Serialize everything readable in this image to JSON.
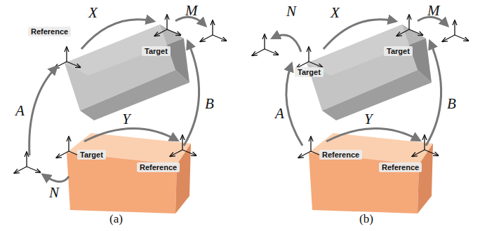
{
  "diagram": {
    "nodes": [
      {
        "text": [
          "Reference"
        ]
      },
      {
        "text": [
          "Target"
        ]
      },
      {
        "text": [
          "Target"
        ]
      },
      {
        "text": [
          "Reference"
        ]
      },
      {
        "text": [
          "Target"
        ]
      },
      {
        "text": [
          "Target"
        ]
      },
      {
        "text": [
          "Reference"
        ]
      },
      {
        "text": [
          "Reference"
        ]
      }
    ],
    "labels": [
      "X",
      "M",
      "A",
      "B",
      "Y",
      "N",
      "(a)",
      "N",
      "X",
      "M",
      "A",
      "B",
      "Y",
      "(b)"
    ]
  }
}
